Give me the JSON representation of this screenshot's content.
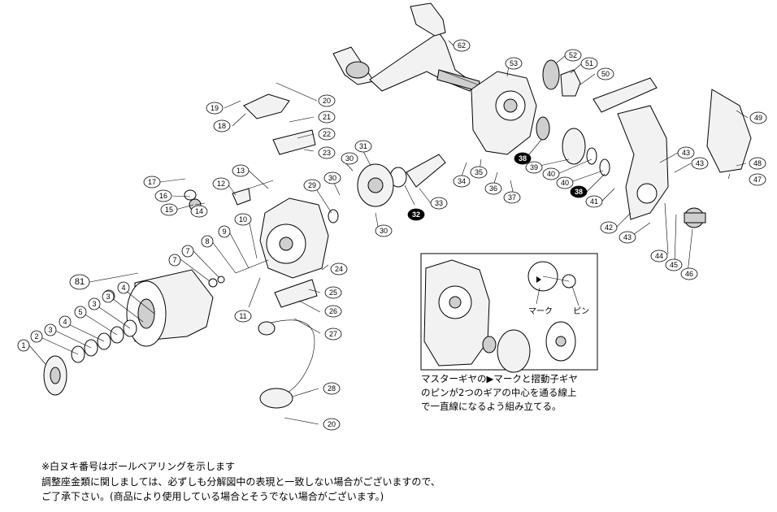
{
  "diagram": {
    "callouts": [
      {
        "id": "c1",
        "label": "1"
      },
      {
        "id": "c2",
        "label": "2"
      },
      {
        "id": "c3a",
        "label": "3"
      },
      {
        "id": "c4a",
        "label": "4"
      },
      {
        "id": "c5",
        "label": "5"
      },
      {
        "id": "c3b",
        "label": "3"
      },
      {
        "id": "c4b",
        "label": "4"
      },
      {
        "id": "c3c",
        "label": "3"
      },
      {
        "id": "c4c",
        "label": "4"
      },
      {
        "id": "c81",
        "label": "81"
      },
      {
        "id": "c7a",
        "label": "7"
      },
      {
        "id": "c7b",
        "label": "7"
      },
      {
        "id": "c8",
        "label": "8"
      },
      {
        "id": "c9",
        "label": "9"
      },
      {
        "id": "c10",
        "label": "10"
      },
      {
        "id": "c11",
        "label": "11"
      },
      {
        "id": "c12",
        "label": "12"
      },
      {
        "id": "c13",
        "label": "13"
      },
      {
        "id": "c14",
        "label": "14"
      },
      {
        "id": "c15",
        "label": "15"
      },
      {
        "id": "c16",
        "label": "16"
      },
      {
        "id": "c17",
        "label": "17"
      },
      {
        "id": "c18",
        "label": "18"
      },
      {
        "id": "c19",
        "label": "19"
      },
      {
        "id": "c20a",
        "label": "20"
      },
      {
        "id": "c21",
        "label": "21"
      },
      {
        "id": "c22",
        "label": "22"
      },
      {
        "id": "c23",
        "label": "23"
      },
      {
        "id": "c24",
        "label": "24"
      },
      {
        "id": "c25",
        "label": "25"
      },
      {
        "id": "c26",
        "label": "26"
      },
      {
        "id": "c27",
        "label": "27"
      },
      {
        "id": "c28",
        "label": "28"
      },
      {
        "id": "c20b",
        "label": "20"
      },
      {
        "id": "c29",
        "label": "29"
      },
      {
        "id": "c30a",
        "label": "30"
      },
      {
        "id": "c30b",
        "label": "30"
      },
      {
        "id": "c30c",
        "label": "30"
      },
      {
        "id": "c31",
        "label": "31"
      },
      {
        "id": "c32",
        "label": "32",
        "inverted": true
      },
      {
        "id": "c33",
        "label": "33"
      },
      {
        "id": "c34",
        "label": "34"
      },
      {
        "id": "c35",
        "label": "35"
      },
      {
        "id": "c36",
        "label": "36"
      },
      {
        "id": "c37",
        "label": "37"
      },
      {
        "id": "c38a",
        "label": "38",
        "inverted": true
      },
      {
        "id": "c38b",
        "label": "38",
        "inverted": true
      },
      {
        "id": "c39",
        "label": "39"
      },
      {
        "id": "c40a",
        "label": "40"
      },
      {
        "id": "c40b",
        "label": "40"
      },
      {
        "id": "c41",
        "label": "41"
      },
      {
        "id": "c42",
        "label": "42"
      },
      {
        "id": "c43a",
        "label": "43"
      },
      {
        "id": "c43b",
        "label": "43"
      },
      {
        "id": "c43c",
        "label": "43"
      },
      {
        "id": "c44",
        "label": "44"
      },
      {
        "id": "c45",
        "label": "45"
      },
      {
        "id": "c46",
        "label": "46"
      },
      {
        "id": "c47",
        "label": "47"
      },
      {
        "id": "c48",
        "label": "48"
      },
      {
        "id": "c49",
        "label": "49"
      },
      {
        "id": "c50",
        "label": "50"
      },
      {
        "id": "c51",
        "label": "51"
      },
      {
        "id": "c52",
        "label": "52"
      },
      {
        "id": "c53",
        "label": "53"
      },
      {
        "id": "c62",
        "label": "62"
      }
    ],
    "inset": {
      "mark_label": "マーク",
      "pin_label": "ピン",
      "instruction_lines": [
        "マスターギヤの▶マークと摺動子ギヤ",
        "のピンが2つのギアの中心を通る線上",
        "で一直線になるよう組み立てる。"
      ]
    }
  },
  "footnotes": [
    "※白ヌキ番号はボールベアリングを示します",
    "調整座金類に関しましては、必ずしも分解図中の表現と一致しない場合がございますので、",
    "ご了承下さい。(商品により使用している場合とそうでない場合がございます。)"
  ]
}
